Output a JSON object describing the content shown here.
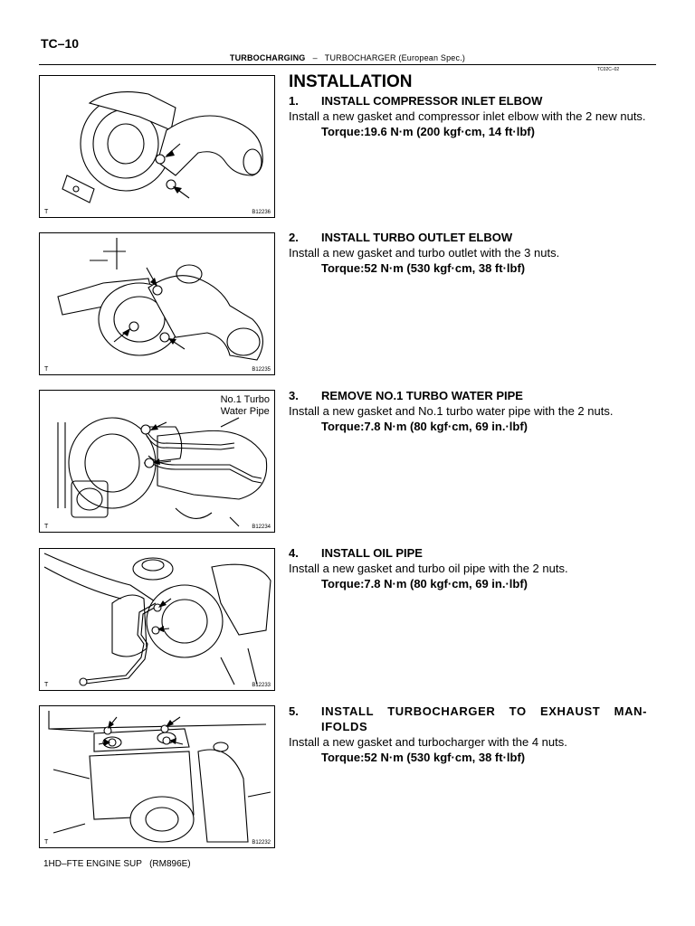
{
  "page_number": "TC–10",
  "header": {
    "section": "TURBOCHARGING",
    "separator": "–",
    "subsection": "TURBOCHARGER (European Spec.)"
  },
  "ref_code": "TC02C–02",
  "heading": "INSTALLATION",
  "steps": [
    {
      "number": "1.",
      "title": "INSTALL COMPRESSOR INLET ELBOW",
      "body": "Install a new gasket and compressor inlet elbow with the 2 new nuts.",
      "torque": "Torque:19.6 N·m (200 kgf·cm, 14 ft·lbf)",
      "figure": {
        "t": "T",
        "code": "B12236"
      }
    },
    {
      "number": "2.",
      "title": "INSTALL TURBO OUTLET ELBOW",
      "body": "Install a new gasket and turbo outlet with the 3 nuts.",
      "torque": "Torque:52 N·m (530 kgf·cm, 38 ft·lbf)",
      "figure": {
        "t": "T",
        "code": "B12235"
      }
    },
    {
      "number": "3.",
      "title": "REMOVE NO.1 TURBO WATER PIPE",
      "body": "Install a new gasket and No.1 turbo water pipe with the 2 nuts.",
      "torque": "Torque:7.8 N·m (80 kgf·cm, 69 in.·lbf)",
      "figure": {
        "t": "T",
        "code": "B12234",
        "caption_line1": "No.1 Turbo",
        "caption_line2": "Water Pipe"
      }
    },
    {
      "number": "4.",
      "title": "INSTALL OIL PIPE",
      "body": "Install a new gasket and turbo oil pipe with the 2 nuts.",
      "torque": "Torque:7.8 N·m (80 kgf·cm, 69 in.·lbf)",
      "figure": {
        "t": "T",
        "code": "B12233"
      }
    },
    {
      "number": "5.",
      "title": "INSTALL TURBOCHARGER TO EXHAUST MAN-IFOLDS",
      "body": "Install a new gasket and turbocharger with the 4 nuts.",
      "torque": "Torque:52 N·m (530 kgf·cm, 38 ft·lbf)",
      "figure": {
        "t": "T",
        "code": "B12232"
      }
    }
  ],
  "footer": "1HD–FTE ENGINE SUP   (RM896E)"
}
